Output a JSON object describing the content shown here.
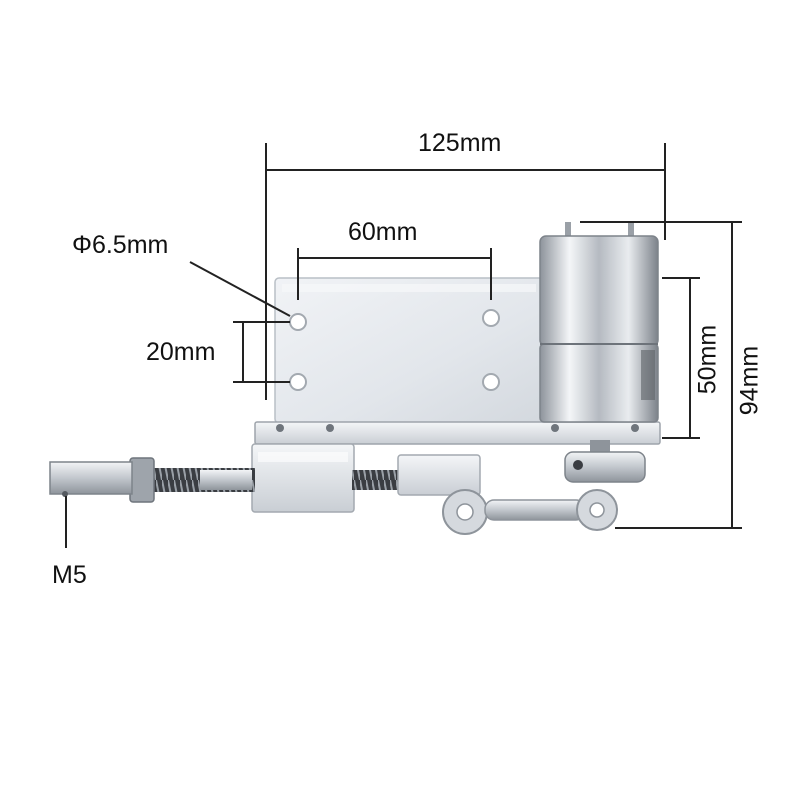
{
  "dimensions": {
    "overall_width": "125mm",
    "hole_spacing_horizontal": "60mm",
    "hole_diameter": "Φ6.5mm",
    "hole_spacing_vertical": "20mm",
    "bracket_height": "50mm",
    "overall_height": "94mm",
    "thread_size": "M5"
  },
  "colors": {
    "dimension_line": "#222222",
    "label_text": "#111111",
    "aluminium": "#e6e9ee",
    "steel": "#c8ccd2",
    "background": "#ffffff"
  }
}
